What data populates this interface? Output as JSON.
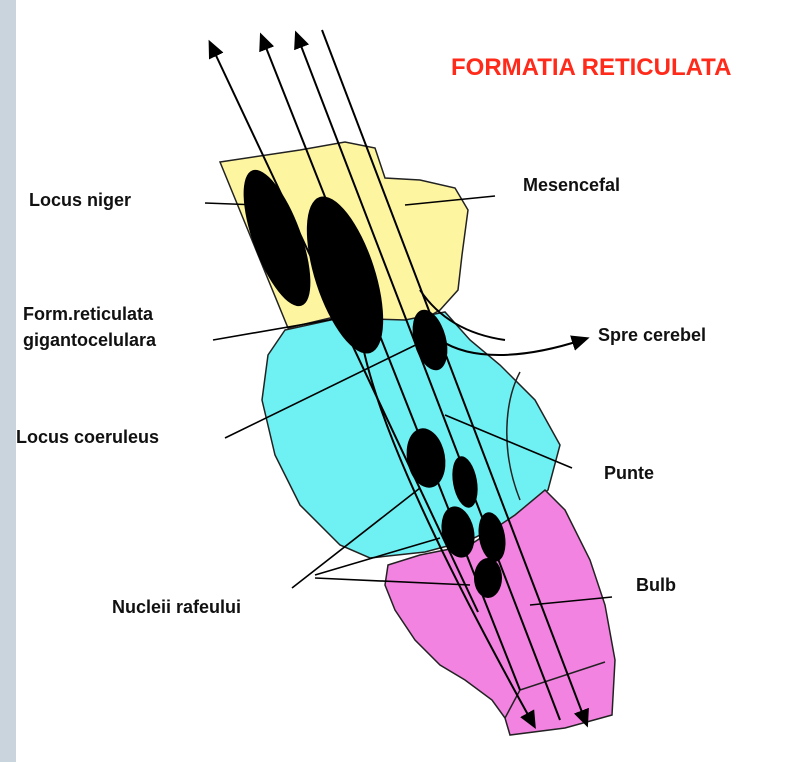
{
  "title": "FORMATIA RETICULATA",
  "labels": {
    "locus_niger": "Locus niger",
    "mesencefal": "Mesencefal",
    "form_reticulata_line1": "Form.reticulata",
    "form_reticulata_line2": "gigantocelulara",
    "spre_cerebel": "Spre cerebel",
    "locus_coeruleus": "Locus coeruleus",
    "punte": "Punte",
    "bulb": "Bulb",
    "nucleii_rafeului": "Nucleii rafeului"
  },
  "colors": {
    "mesencefal": "#fdf5a0",
    "punte": "#6ff0f2",
    "bulb": "#f283e0",
    "title": "#ff2a1a",
    "nuclei": "#000000"
  }
}
